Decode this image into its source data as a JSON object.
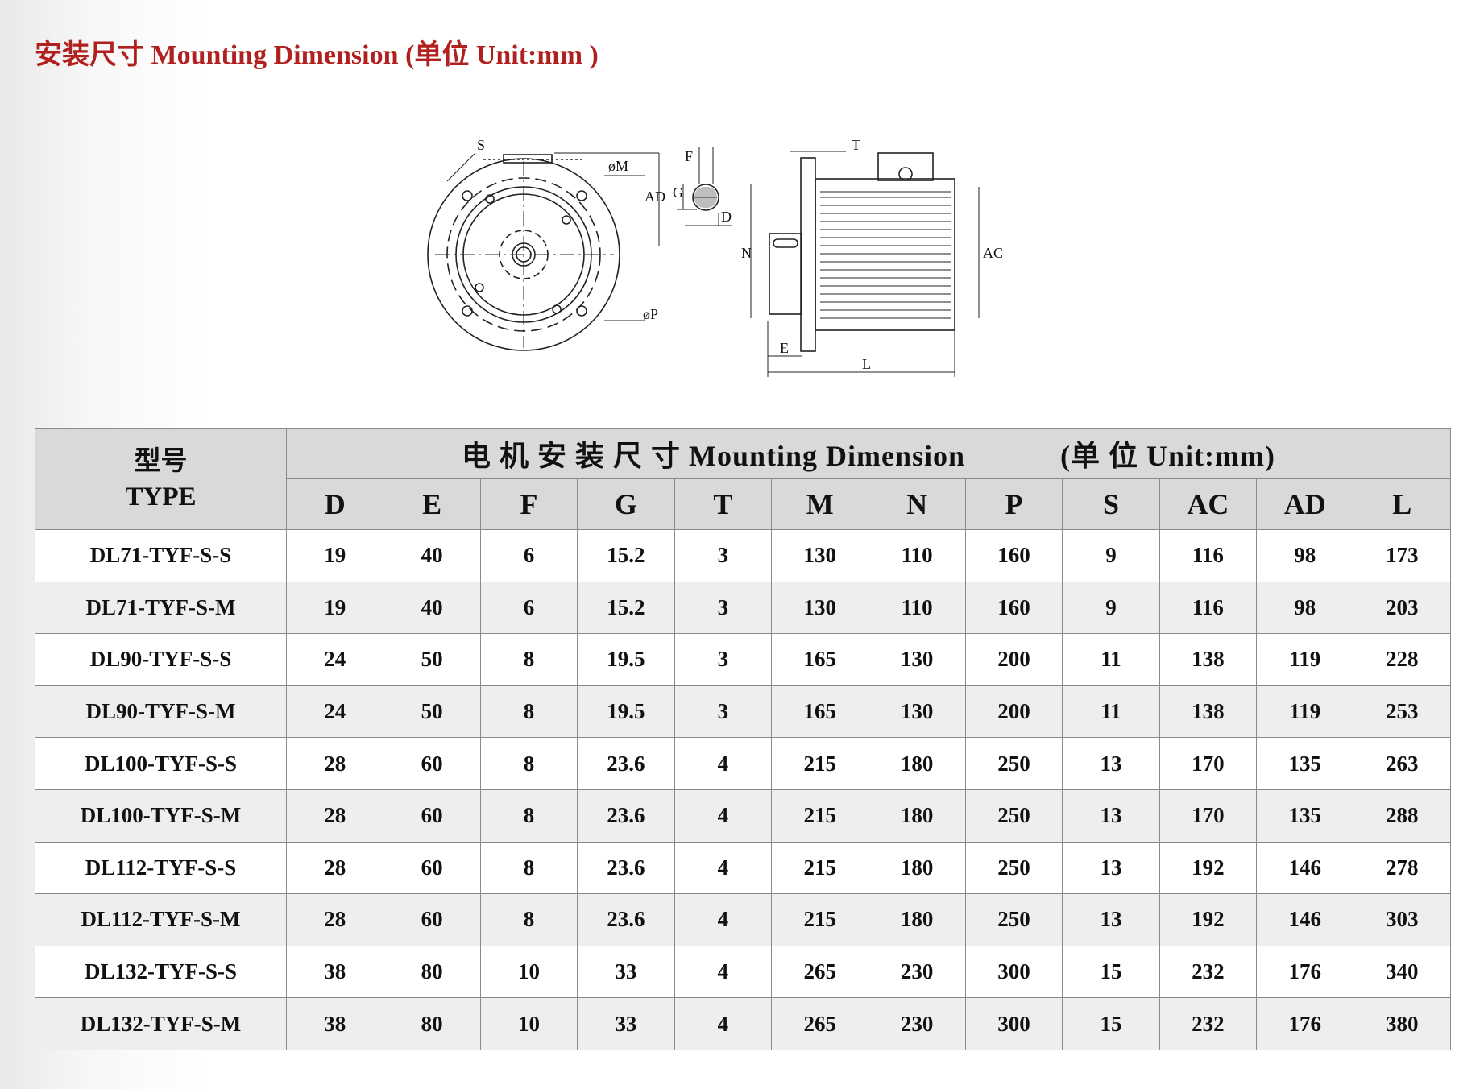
{
  "page_title": "安装尺寸 Mounting Dimension (单位 Unit:mm )",
  "drawing_labels": {
    "front": [
      "S",
      "øM",
      "AD",
      "øP"
    ],
    "shaft": [
      "F",
      "G",
      "D"
    ],
    "side": [
      "T",
      "N",
      "AC",
      "E",
      "L"
    ]
  },
  "table": {
    "type_header_cn": "型号",
    "type_header_en": "TYPE",
    "span_header": "电 机 安 装 尺 寸 Mounting Dimension",
    "unit_header": "(单 位 Unit:mm)",
    "columns": [
      "D",
      "E",
      "F",
      "G",
      "T",
      "M",
      "N",
      "P",
      "S",
      "AC",
      "AD",
      "L"
    ],
    "rows": [
      {
        "type": "DL71-TYF-S-S",
        "values": [
          "19",
          "40",
          "6",
          "15.2",
          "3",
          "130",
          "110",
          "160",
          "9",
          "116",
          "98",
          "173"
        ]
      },
      {
        "type": "DL71-TYF-S-M",
        "values": [
          "19",
          "40",
          "6",
          "15.2",
          "3",
          "130",
          "110",
          "160",
          "9",
          "116",
          "98",
          "203"
        ]
      },
      {
        "type": "DL90-TYF-S-S",
        "values": [
          "24",
          "50",
          "8",
          "19.5",
          "3",
          "165",
          "130",
          "200",
          "11",
          "138",
          "119",
          "228"
        ]
      },
      {
        "type": "DL90-TYF-S-M",
        "values": [
          "24",
          "50",
          "8",
          "19.5",
          "3",
          "165",
          "130",
          "200",
          "11",
          "138",
          "119",
          "253"
        ]
      },
      {
        "type": "DL100-TYF-S-S",
        "values": [
          "28",
          "60",
          "8",
          "23.6",
          "4",
          "215",
          "180",
          "250",
          "13",
          "170",
          "135",
          "263"
        ]
      },
      {
        "type": "DL100-TYF-S-M",
        "values": [
          "28",
          "60",
          "8",
          "23.6",
          "4",
          "215",
          "180",
          "250",
          "13",
          "170",
          "135",
          "288"
        ]
      },
      {
        "type": "DL112-TYF-S-S",
        "values": [
          "28",
          "60",
          "8",
          "23.6",
          "4",
          "215",
          "180",
          "250",
          "13",
          "192",
          "146",
          "278"
        ]
      },
      {
        "type": "DL112-TYF-S-M",
        "values": [
          "28",
          "60",
          "8",
          "23.6",
          "4",
          "215",
          "180",
          "250",
          "13",
          "192",
          "146",
          "303"
        ]
      },
      {
        "type": "DL132-TYF-S-S",
        "values": [
          "38",
          "80",
          "10",
          "33",
          "4",
          "265",
          "230",
          "300",
          "15",
          "232",
          "176",
          "340"
        ]
      },
      {
        "type": "DL132-TYF-S-M",
        "values": [
          "38",
          "80",
          "10",
          "33",
          "4",
          "265",
          "230",
          "300",
          "15",
          "232",
          "176",
          "380"
        ]
      }
    ]
  }
}
